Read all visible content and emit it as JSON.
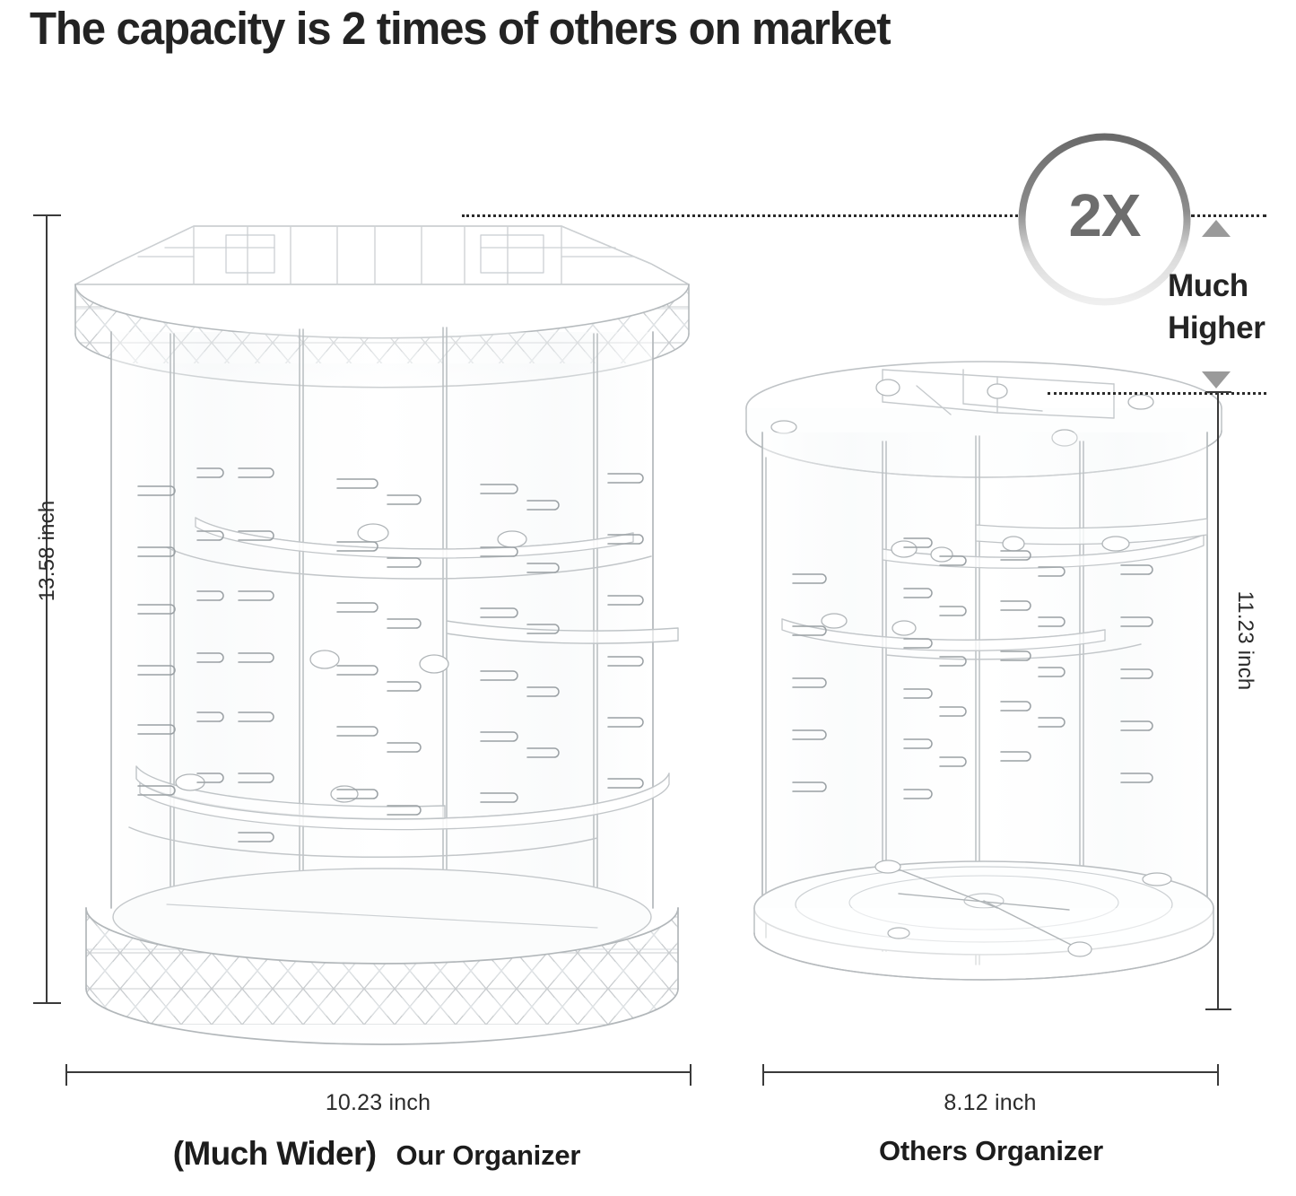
{
  "title": "The capacity is 2 times of others on market",
  "badge": {
    "multiplier": "2X",
    "comparison_note": "Much\nHigher",
    "ring_color_dark": "#6a6a6a",
    "ring_color_light": "#ededed",
    "text_color": "#6d6d6d",
    "triangle_color": "#9a9a9a"
  },
  "guides": {
    "top_line_label": "top-of-our-organizer",
    "bottom_line_label": "top-of-others-organizer",
    "dot_color": "#2b2b2b"
  },
  "products": [
    {
      "id": "our-organizer",
      "name_label": "Our Organizer",
      "emphasis_label": "(Much Wider)",
      "height_dimension": "13.58 inch",
      "width_dimension": "10.23 inch",
      "rim_style": "diamond-faceted crystal",
      "shape": "rotating multi-tier cosmetic organizer",
      "tiers": 6,
      "panels": 5,
      "slot_rows": 7
    },
    {
      "id": "others-organizer",
      "name_label": "Others Organizer",
      "emphasis_label": "",
      "height_dimension": "11.23 inch",
      "width_dimension": "8.12 inch",
      "rim_style": "plain smooth acrylic",
      "shape": "rotating multi-tier cosmetic organizer",
      "tiers": 4,
      "panels": 4,
      "slot_rows": 6
    }
  ],
  "colors": {
    "background": "#ffffff",
    "title_text": "#232323",
    "dimension_line": "#3a3a3a",
    "dimension_text": "#2b2b2b",
    "caption_text": "#1c1c1c",
    "acrylic_stroke": "#b9bcbe",
    "acrylic_stroke_dark": "#8d9295",
    "acrylic_fill": "#fcfdfd"
  }
}
